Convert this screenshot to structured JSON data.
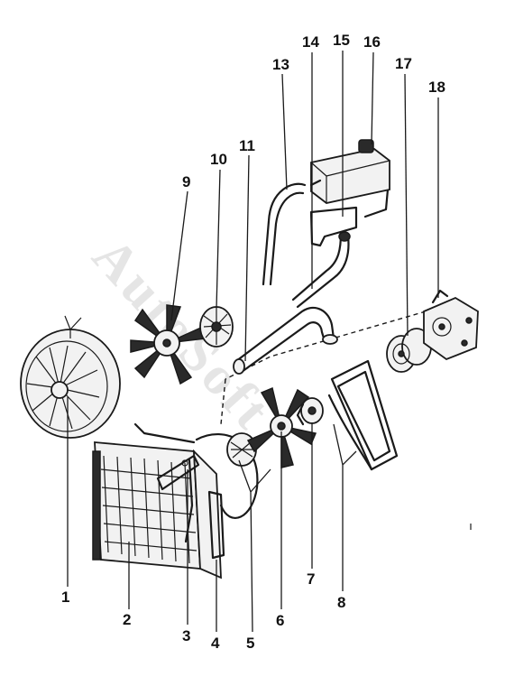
{
  "watermark": "AutoSoft",
  "callouts": [
    {
      "id": "1",
      "label": "1"
    },
    {
      "id": "2",
      "label": "2"
    },
    {
      "id": "3",
      "label": "3"
    },
    {
      "id": "4",
      "label": "4"
    },
    {
      "id": "5",
      "label": "5"
    },
    {
      "id": "6",
      "label": "6"
    },
    {
      "id": "7",
      "label": "7"
    },
    {
      "id": "8",
      "label": "8"
    },
    {
      "id": "9",
      "label": "9"
    },
    {
      "id": "10",
      "label": "10"
    },
    {
      "id": "11",
      "label": "11"
    },
    {
      "id": "13",
      "label": "13"
    },
    {
      "id": "14",
      "label": "14"
    },
    {
      "id": "15",
      "label": "15"
    },
    {
      "id": "16",
      "label": "16"
    },
    {
      "id": "17",
      "label": "17"
    },
    {
      "id": "18",
      "label": "18"
    }
  ],
  "parts": [
    {
      "number": "1",
      "icon": "fan-shroud-icon"
    },
    {
      "number": "2",
      "icon": "radiator-icon"
    },
    {
      "number": "3",
      "icon": "bracket-icon"
    },
    {
      "number": "4",
      "icon": "side-plate-icon"
    },
    {
      "number": "5",
      "icon": "fan-cowl-icon"
    },
    {
      "number": "6",
      "icon": "fan-blade-icon"
    },
    {
      "number": "7",
      "icon": "fan-clutch-icon"
    },
    {
      "number": "8",
      "icon": "drive-belt-icon"
    },
    {
      "number": "9",
      "icon": "fan-blade-icon"
    },
    {
      "number": "10",
      "icon": "viscous-coupling-icon"
    },
    {
      "number": "11",
      "icon": "radiator-hose-icon"
    },
    {
      "number": "13",
      "icon": "hose-icon"
    },
    {
      "number": "14",
      "icon": "hose-icon"
    },
    {
      "number": "15",
      "icon": "expansion-tank-bracket-icon"
    },
    {
      "number": "16",
      "icon": "expansion-tank-icon"
    },
    {
      "number": "17",
      "icon": "pulley-icon"
    },
    {
      "number": "18",
      "icon": "water-pump-icon"
    }
  ]
}
